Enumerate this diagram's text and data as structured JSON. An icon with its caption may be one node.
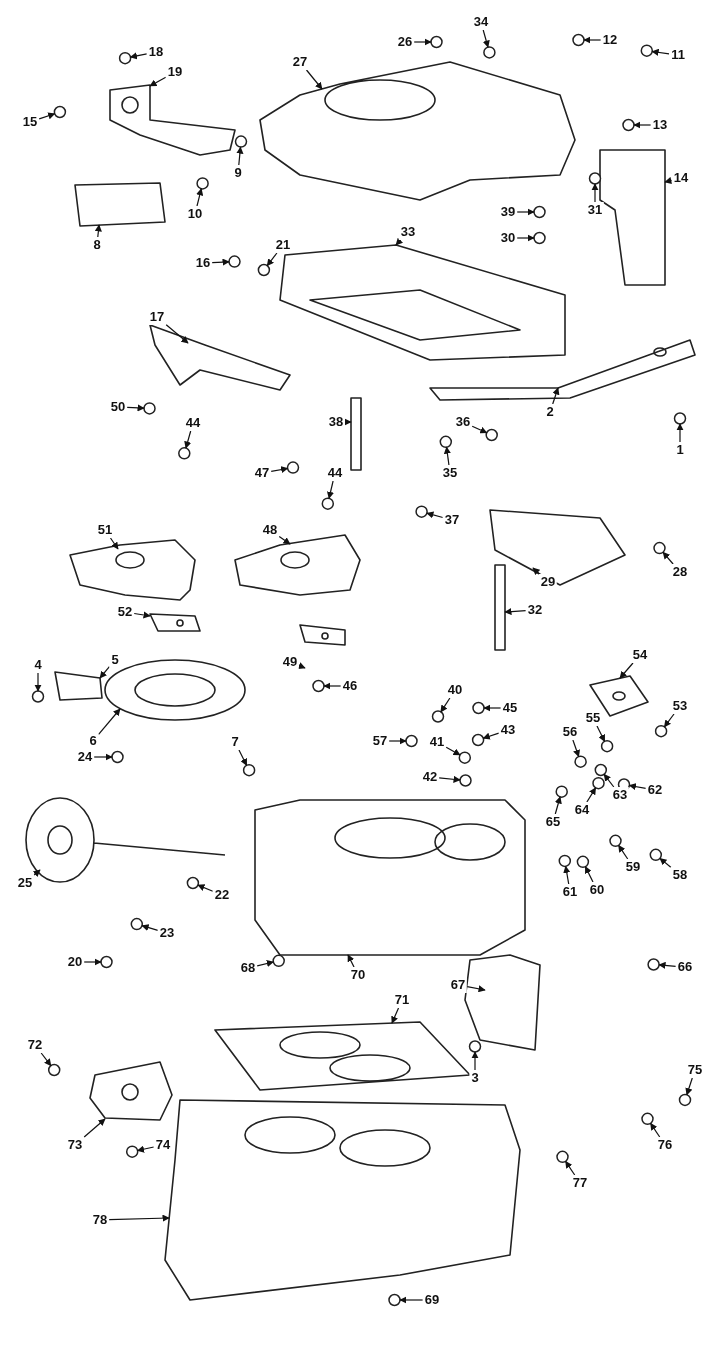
{
  "diagram": {
    "nodes": [
      {
        "text": [
          "34"
        ]
      },
      {
        "text": [
          "26"
        ]
      },
      {
        "text": [
          "18"
        ]
      },
      {
        "text": [
          "11"
        ]
      },
      {
        "text": [
          "12"
        ]
      },
      {
        "text": [
          "27"
        ]
      },
      {
        "text": [
          "19"
        ]
      },
      {
        "text": [
          "15"
        ]
      },
      {
        "text": [
          "13"
        ]
      },
      {
        "text": [
          "9"
        ]
      },
      {
        "text": [
          "14"
        ]
      },
      {
        "text": [
          "10"
        ]
      },
      {
        "text": [
          "8"
        ]
      },
      {
        "text": [
          "31"
        ]
      },
      {
        "text": [
          "39"
        ]
      },
      {
        "text": [
          "33"
        ]
      },
      {
        "text": [
          "30"
        ]
      },
      {
        "text": [
          "21"
        ]
      },
      {
        "text": [
          "16"
        ]
      },
      {
        "text": [
          "17"
        ]
      },
      {
        "text": [
          "50"
        ]
      },
      {
        "text": [
          "2"
        ]
      },
      {
        "text": [
          "38"
        ]
      },
      {
        "text": [
          "44"
        ]
      },
      {
        "text": [
          "36"
        ]
      },
      {
        "text": [
          "1"
        ]
      },
      {
        "text": [
          "47"
        ]
      },
      {
        "text": [
          "44"
        ]
      },
      {
        "text": [
          "35"
        ]
      },
      {
        "text": [
          "37"
        ]
      },
      {
        "text": [
          "51"
        ]
      },
      {
        "text": [
          "48"
        ]
      },
      {
        "text": [
          "28"
        ]
      },
      {
        "text": [
          "29"
        ]
      },
      {
        "text": [
          "52"
        ]
      },
      {
        "text": [
          "32"
        ]
      },
      {
        "text": [
          "4"
        ]
      },
      {
        "text": [
          "5"
        ]
      },
      {
        "text": [
          "49"
        ]
      },
      {
        "text": [
          "54"
        ]
      },
      {
        "text": [
          "46"
        ]
      },
      {
        "text": [
          "40"
        ]
      },
      {
        "text": [
          "45"
        ]
      },
      {
        "text": [
          "53"
        ]
      },
      {
        "text": [
          "55"
        ]
      },
      {
        "text": [
          "43"
        ]
      },
      {
        "text": [
          "56"
        ]
      },
      {
        "text": [
          "6"
        ]
      },
      {
        "text": [
          "57"
        ]
      },
      {
        "text": [
          "7"
        ]
      },
      {
        "text": [
          "41"
        ]
      },
      {
        "text": [
          "24"
        ]
      },
      {
        "text": [
          "42"
        ]
      },
      {
        "text": [
          "62"
        ]
      },
      {
        "text": [
          "63"
        ]
      },
      {
        "text": [
          "64"
        ]
      },
      {
        "text": [
          "65"
        ]
      },
      {
        "text": [
          "59"
        ]
      },
      {
        "text": [
          "58"
        ]
      },
      {
        "text": [
          "25"
        ]
      },
      {
        "text": [
          "60"
        ]
      },
      {
        "text": [
          "61"
        ]
      },
      {
        "text": [
          "22"
        ]
      },
      {
        "text": [
          "23"
        ]
      },
      {
        "text": [
          "70"
        ]
      },
      {
        "text": [
          "20"
        ]
      },
      {
        "text": [
          "68"
        ]
      },
      {
        "text": [
          "66"
        ]
      },
      {
        "text": [
          "67"
        ]
      },
      {
        "text": [
          "71"
        ]
      },
      {
        "text": [
          "72"
        ]
      },
      {
        "text": [
          "75"
        ]
      },
      {
        "text": [
          "3"
        ]
      },
      {
        "text": [
          "73"
        ]
      },
      {
        "text": [
          "74"
        ]
      },
      {
        "text": [
          "76"
        ]
      },
      {
        "text": [
          "77"
        ]
      },
      {
        "text": [
          "78"
        ]
      },
      {
        "text": [
          "69"
        ]
      },
      {
        "text": [],
        "shape": "circle"
      },
      {
        "text": [],
        "shape": "circle"
      },
      {
        "text": [],
        "shape": "circle"
      },
      {
        "text": [],
        "shape": "circle"
      },
      {
        "text": [],
        "shape": "circle"
      },
      {
        "text": [],
        "shape": "box"
      },
      {
        "text": [],
        "shape": "box"
      },
      {
        "text": [],
        "shape": "circle"
      },
      {
        "text": [],
        "shape": "circle"
      },
      {
        "text": [],
        "shape": "circle"
      },
      {
        "text": [],
        "shape": "box"
      },
      {
        "text": [],
        "shape": "circle"
      },
      {
        "text": [],
        "shape": "box"
      },
      {
        "text": [],
        "shape": "circle"
      },
      {
        "text": [],
        "shape": "circle"
      },
      {
        "text": [],
        "shape": "box"
      },
      {
        "text": [],
        "shape": "circle"
      },
      {
        "text": [],
        "shape": "circle"
      },
      {
        "text": [],
        "shape": "circle"
      },
      {
        "text": [],
        "shape": "box"
      },
      {
        "text": [],
        "shape": "circle"
      },
      {
        "text": [],
        "shape": "box"
      },
      {
        "text": [],
        "shape": "bar"
      },
      {
        "text": [],
        "shape": "circle"
      },
      {
        "text": [],
        "shape": "circle"
      },
      {
        "text": [],
        "shape": "circle"
      },
      {
        "text": [],
        "shape": "circle"
      },
      {
        "text": [],
        "shape": "circle"
      },
      {
        "text": [],
        "shape": "circle"
      },
      {
        "text": [],
        "shape": "circle"
      },
      {
        "text": [],
        "shape": "box"
      },
      {
        "text": [],
        "shape": "box"
      },
      {
        "text": [],
        "shape": "circle"
      },
      {
        "text": [],
        "shape": "box"
      },
      {
        "text": [],
        "shape": "box"
      },
      {
        "text": [],
        "shape": "bar"
      },
      {
        "text": [],
        "shape": "circle"
      },
      {
        "text": [],
        "shape": "box"
      },
      {
        "text": [],
        "shape": "box"
      },
      {
        "text": [],
        "shape": "box"
      },
      {
        "text": [],
        "shape": "circle"
      },
      {
        "text": [],
        "shape": "circle"
      },
      {
        "text": [],
        "shape": "circle"
      },
      {
        "text": [],
        "shape": "circle"
      },
      {
        "text": [],
        "shape": "circle"
      },
      {
        "text": [],
        "shape": "circle"
      },
      {
        "text": [],
        "shape": "circle"
      },
      {
        "text": [],
        "shape": "box"
      },
      {
        "text": [],
        "shape": "circle"
      },
      {
        "text": [],
        "shape": "circle"
      },
      {
        "text": [],
        "shape": "circle"
      },
      {
        "text": [],
        "shape": "circle"
      },
      {
        "text": [],
        "shape": "circle"
      },
      {
        "text": [],
        "shape": "circle"
      },
      {
        "text": [],
        "shape": "circle"
      },
      {
        "text": [],
        "shape": "circle"
      },
      {
        "text": [],
        "shape": "circle"
      },
      {
        "text": [],
        "shape": "circle"
      },
      {
        "text": [],
        "shape": "circle"
      },
      {
        "text": [],
        "shape": "picture"
      },
      {
        "text": [],
        "shape": "circle"
      },
      {
        "text": [],
        "shape": "circle"
      },
      {
        "text": [],
        "shape": "circle"
      },
      {
        "text": [],
        "shape": "circle"
      },
      {
        "text": [],
        "shape": "box"
      },
      {
        "text": [],
        "shape": "circle"
      },
      {
        "text": [],
        "shape": "circle"
      },
      {
        "text": [],
        "shape": "circle"
      },
      {
        "text": [],
        "shape": "box"
      },
      {
        "text": [],
        "shape": "box"
      },
      {
        "text": [],
        "shape": "circle"
      },
      {
        "text": [],
        "shape": "circle"
      },
      {
        "text": [],
        "shape": "circle"
      },
      {
        "text": [],
        "shape": "box"
      },
      {
        "text": [],
        "shape": "circle"
      },
      {
        "text": [],
        "shape": "circle"
      },
      {
        "text": [],
        "shape": "circle"
      },
      {
        "text": [],
        "shape": "box"
      },
      {
        "text": [],
        "shape": "circle"
      }
    ],
    "edges": [
      {
        "from": 0,
        "to": 79,
        "arrow": "to"
      },
      {
        "from": 1,
        "to": 80,
        "arrow": "to"
      },
      {
        "from": 2,
        "to": 81,
        "arrow": "to"
      },
      {
        "from": 3,
        "to": 82,
        "arrow": "to"
      },
      {
        "from": 4,
        "to": 83,
        "arrow": "to"
      },
      {
        "from": 5,
        "to": 84,
        "arrow": "to"
      },
      {
        "from": 6,
        "to": 85,
        "arrow": "to"
      },
      {
        "from": 7,
        "to": 86,
        "arrow": "to"
      },
      {
        "from": 8,
        "to": 87,
        "arrow": "to"
      },
      {
        "from": 9,
        "to": 88,
        "arrow": "to"
      },
      {
        "from": 10,
        "to": 89,
        "arrow": "to"
      },
      {
        "from": 11,
        "to": 90,
        "arrow": "to"
      },
      {
        "from": 12,
        "to": 91,
        "arrow": "to"
      },
      {
        "from": 13,
        "to": 92,
        "arrow": "to"
      },
      {
        "from": 14,
        "to": 93,
        "arrow": "to"
      },
      {
        "from": 15,
        "to": 94,
        "arrow": "to"
      },
      {
        "from": 16,
        "to": 95,
        "arrow": "to"
      },
      {
        "from": 17,
        "to": 96,
        "arrow": "to"
      },
      {
        "from": 18,
        "to": 97,
        "arrow": "to"
      },
      {
        "from": 19,
        "to": 98,
        "arrow": "to"
      },
      {
        "from": 20,
        "to": 99,
        "arrow": "to"
      },
      {
        "from": 21,
        "to": 100,
        "arrow": "to"
      },
      {
        "from": 22,
        "to": 101,
        "arrow": "to"
      },
      {
        "from": 23,
        "to": 102,
        "arrow": "to"
      },
      {
        "from": 24,
        "to": 103,
        "arrow": "to"
      },
      {
        "from": 25,
        "to": 104,
        "arrow": "to"
      },
      {
        "from": 26,
        "to": 105,
        "arrow": "to"
      },
      {
        "from": 27,
        "to": 106,
        "arrow": "to"
      },
      {
        "from": 28,
        "to": 107,
        "arrow": "to"
      },
      {
        "from": 29,
        "to": 108,
        "arrow": "to"
      },
      {
        "from": 30,
        "to": 109,
        "arrow": "to"
      },
      {
        "from": 31,
        "to": 110,
        "arrow": "to"
      },
      {
        "from": 32,
        "to": 111,
        "arrow": "to"
      },
      {
        "from": 33,
        "to": 112,
        "arrow": "to"
      },
      {
        "from": 34,
        "to": 113,
        "arrow": "to"
      },
      {
        "from": 35,
        "to": 114,
        "arrow": "to"
      },
      {
        "from": 36,
        "to": 115,
        "arrow": "to"
      },
      {
        "from": 37,
        "to": 116,
        "arrow": "to"
      },
      {
        "from": 38,
        "to": 117,
        "arrow": "to"
      },
      {
        "from": 39,
        "to": 118,
        "arrow": "to"
      },
      {
        "from": 40,
        "to": 119,
        "arrow": "to"
      },
      {
        "from": 41,
        "to": 120,
        "arrow": "to"
      },
      {
        "from": 42,
        "to": 121,
        "arrow": "to"
      },
      {
        "from": 43,
        "to": 122,
        "arrow": "to"
      },
      {
        "from": 44,
        "to": 123,
        "arrow": "to"
      },
      {
        "from": 45,
        "to": 124,
        "arrow": "to"
      },
      {
        "from": 46,
        "to": 125,
        "arrow": "to"
      },
      {
        "from": 47,
        "to": 126,
        "arrow": "to"
      },
      {
        "from": 48,
        "to": 127,
        "arrow": "to"
      },
      {
        "from": 49,
        "to": 128,
        "arrow": "to"
      },
      {
        "from": 50,
        "to": 129,
        "arrow": "to"
      },
      {
        "from": 51,
        "to": 130,
        "arrow": "to"
      },
      {
        "from": 52,
        "to": 131,
        "arrow": "to"
      },
      {
        "from": 53,
        "to": 132,
        "arrow": "to"
      },
      {
        "from": 54,
        "to": 133,
        "arrow": "to"
      },
      {
        "from": 55,
        "to": 134,
        "arrow": "to"
      },
      {
        "from": 56,
        "to": 135,
        "arrow": "to"
      },
      {
        "from": 57,
        "to": 136,
        "arrow": "to"
      },
      {
        "from": 58,
        "to": 137,
        "arrow": "to"
      },
      {
        "from": 59,
        "to": 138,
        "arrow": "to"
      },
      {
        "from": 60,
        "to": 139,
        "arrow": "to"
      },
      {
        "from": 61,
        "to": 140,
        "arrow": "to"
      },
      {
        "from": 62,
        "to": 141,
        "arrow": "to"
      },
      {
        "from": 63,
        "to": 142,
        "arrow": "to"
      },
      {
        "from": 64,
        "to": 143,
        "arrow": "to"
      },
      {
        "from": 65,
        "to": 144,
        "arrow": "to"
      },
      {
        "from": 66,
        "to": 145,
        "arrow": "to"
      },
      {
        "from": 67,
        "to": 146,
        "arrow": "to"
      },
      {
        "from": 68,
        "to": 147,
        "arrow": "to"
      },
      {
        "from": 69,
        "to": 148,
        "arrow": "to"
      },
      {
        "from": 70,
        "to": 149,
        "arrow": "to"
      },
      {
        "from": 71,
        "to": 150,
        "arrow": "to"
      },
      {
        "from": 72,
        "to": 151,
        "arrow": "to"
      },
      {
        "from": 73,
        "to": 152,
        "arrow": "to"
      },
      {
        "from": 74,
        "to": 153,
        "arrow": "to"
      },
      {
        "from": 75,
        "to": 154,
        "arrow": "to"
      },
      {
        "from": 76,
        "to": 155,
        "arrow": "to"
      },
      {
        "from": 77,
        "to": 156,
        "arrow": "to"
      },
      {
        "from": 78,
        "to": 157,
        "arrow": "to"
      }
    ]
  }
}
